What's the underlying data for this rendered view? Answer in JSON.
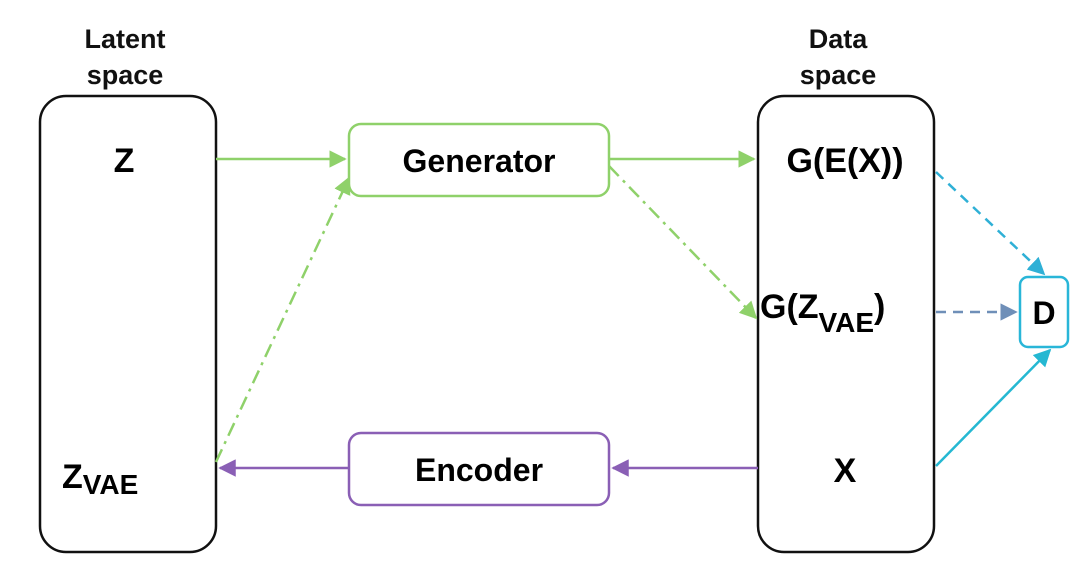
{
  "latent_space": {
    "title_line1": "Latent",
    "title_line2": "space",
    "var_z": "Z",
    "var_zvae_base": "Z",
    "var_zvae_sub": "VAE"
  },
  "data_space": {
    "title_line1": "Data",
    "title_line2": "space",
    "var_gex": "G(E(X))",
    "var_gz_prefix": "G(Z",
    "var_gz_sub": "VAE",
    "var_gz_suffix": ")",
    "var_x": "X"
  },
  "generator": {
    "label": "Generator"
  },
  "encoder": {
    "label": "Encoder"
  },
  "discriminator": {
    "label": "D"
  },
  "colors": {
    "generator": "#8fd16a",
    "encoder": "#8a5fb5",
    "discriminator_border": "#29b6d8",
    "dashed_blue": "#2fb0d6",
    "dashed_gray": "#6f8fb8",
    "solid_cyan": "#25b8d2",
    "outline": "#111111"
  }
}
